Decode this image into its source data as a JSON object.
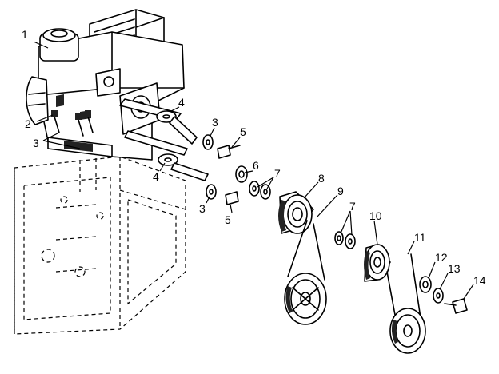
{
  "callouts": [
    {
      "id": "c1",
      "text": "1"
    },
    {
      "id": "c2",
      "text": "2"
    },
    {
      "id": "c3a",
      "text": "3"
    },
    {
      "id": "c4a",
      "text": "4"
    },
    {
      "id": "c3b",
      "text": "3"
    },
    {
      "id": "c5a",
      "text": "5"
    },
    {
      "id": "c6",
      "text": "6"
    },
    {
      "id": "c7a",
      "text": "7"
    },
    {
      "id": "c8",
      "text": "8"
    },
    {
      "id": "c4b",
      "text": "4"
    },
    {
      "id": "c3c",
      "text": "3"
    },
    {
      "id": "c5b",
      "text": "5"
    },
    {
      "id": "c9",
      "text": "9"
    },
    {
      "id": "c7b",
      "text": "7"
    },
    {
      "id": "c10",
      "text": "10"
    },
    {
      "id": "c11",
      "text": "11"
    },
    {
      "id": "c12",
      "text": "12"
    },
    {
      "id": "c13",
      "text": "13"
    },
    {
      "id": "c14",
      "text": "14"
    }
  ]
}
